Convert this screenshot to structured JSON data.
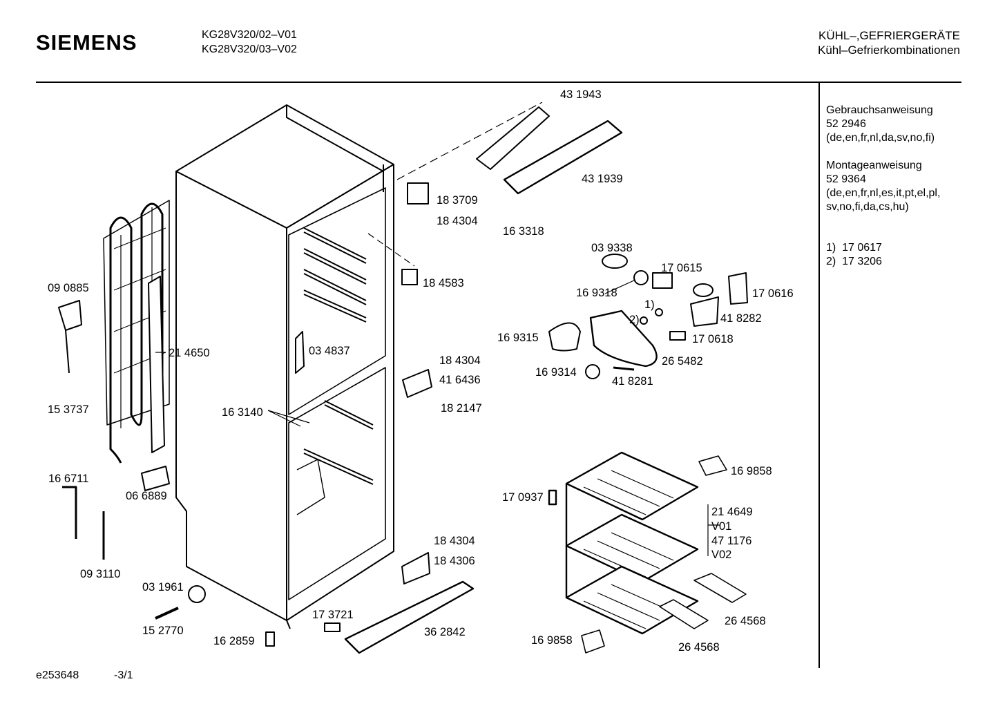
{
  "header": {
    "brand": "SIEMENS",
    "models": [
      "KG28V320/02–V01",
      "KG28V320/03–V02"
    ],
    "category": "KÜHL–,GEFRIERGERÄTE",
    "subcategory": "Kühl–Gefrierkombinationen"
  },
  "sidebar": {
    "manual_title": "Gebrauchsanweisung",
    "manual_number": "52 2946",
    "manual_langs": "(de,en,fr,nl,da,sv,no,fi)",
    "mount_title": "Montageanweisung",
    "mount_number": "52 9364",
    "mount_langs_1": "(de,en,fr,nl,es,it,pt,el,pl,",
    "mount_langs_2": "sv,no,fi,da,cs,hu)",
    "footnote_1": "1)  17 0617",
    "footnote_2": "2)  17 3206"
  },
  "parts": {
    "p431943": "43 1943",
    "p431939": "43 1939",
    "p183709": "18 3709",
    "p184304a": "18 4304",
    "p163318": "16 3318",
    "p184583": "18 4583",
    "p090885": "09 0885",
    "p214650": "21 4650",
    "p034837": "03 4837",
    "p184304b": "18 4304",
    "p416436": "41 6436",
    "p182147": "18 2147",
    "p153737": "15 3737",
    "p163140": "16 3140",
    "p166711": "16 6711",
    "p066889": "06 6889",
    "p093110": "09 3110",
    "p031961": "03 1961",
    "p152770": "15 2770",
    "p162859": "16 2859",
    "p173721": "17 3721",
    "p362842": "36 2842",
    "p184304c": "18 4304",
    "p184306": "18 4306",
    "p039338": "03 9338",
    "p170615": "17 0615",
    "p169318": "16 9318",
    "p170616": "17 0616",
    "fn1": "1)",
    "fn2": "2)",
    "p418282": "41 8282",
    "p170618": "17 0618",
    "p169315": "16 9315",
    "p265482": "26 5482",
    "p169314": "16 9314",
    "p418281": "41 8281",
    "p169858a": "16 9858",
    "p170937": "17 0937",
    "p214649": "21 4649",
    "v01": "V01",
    "p471176": "47 1176",
    "v02": "V02",
    "p264568a": "26 4568",
    "p169858b": "16 9858",
    "p264568b": "26 4568"
  },
  "footer": {
    "code": "e253648",
    "page": "-3/1"
  }
}
